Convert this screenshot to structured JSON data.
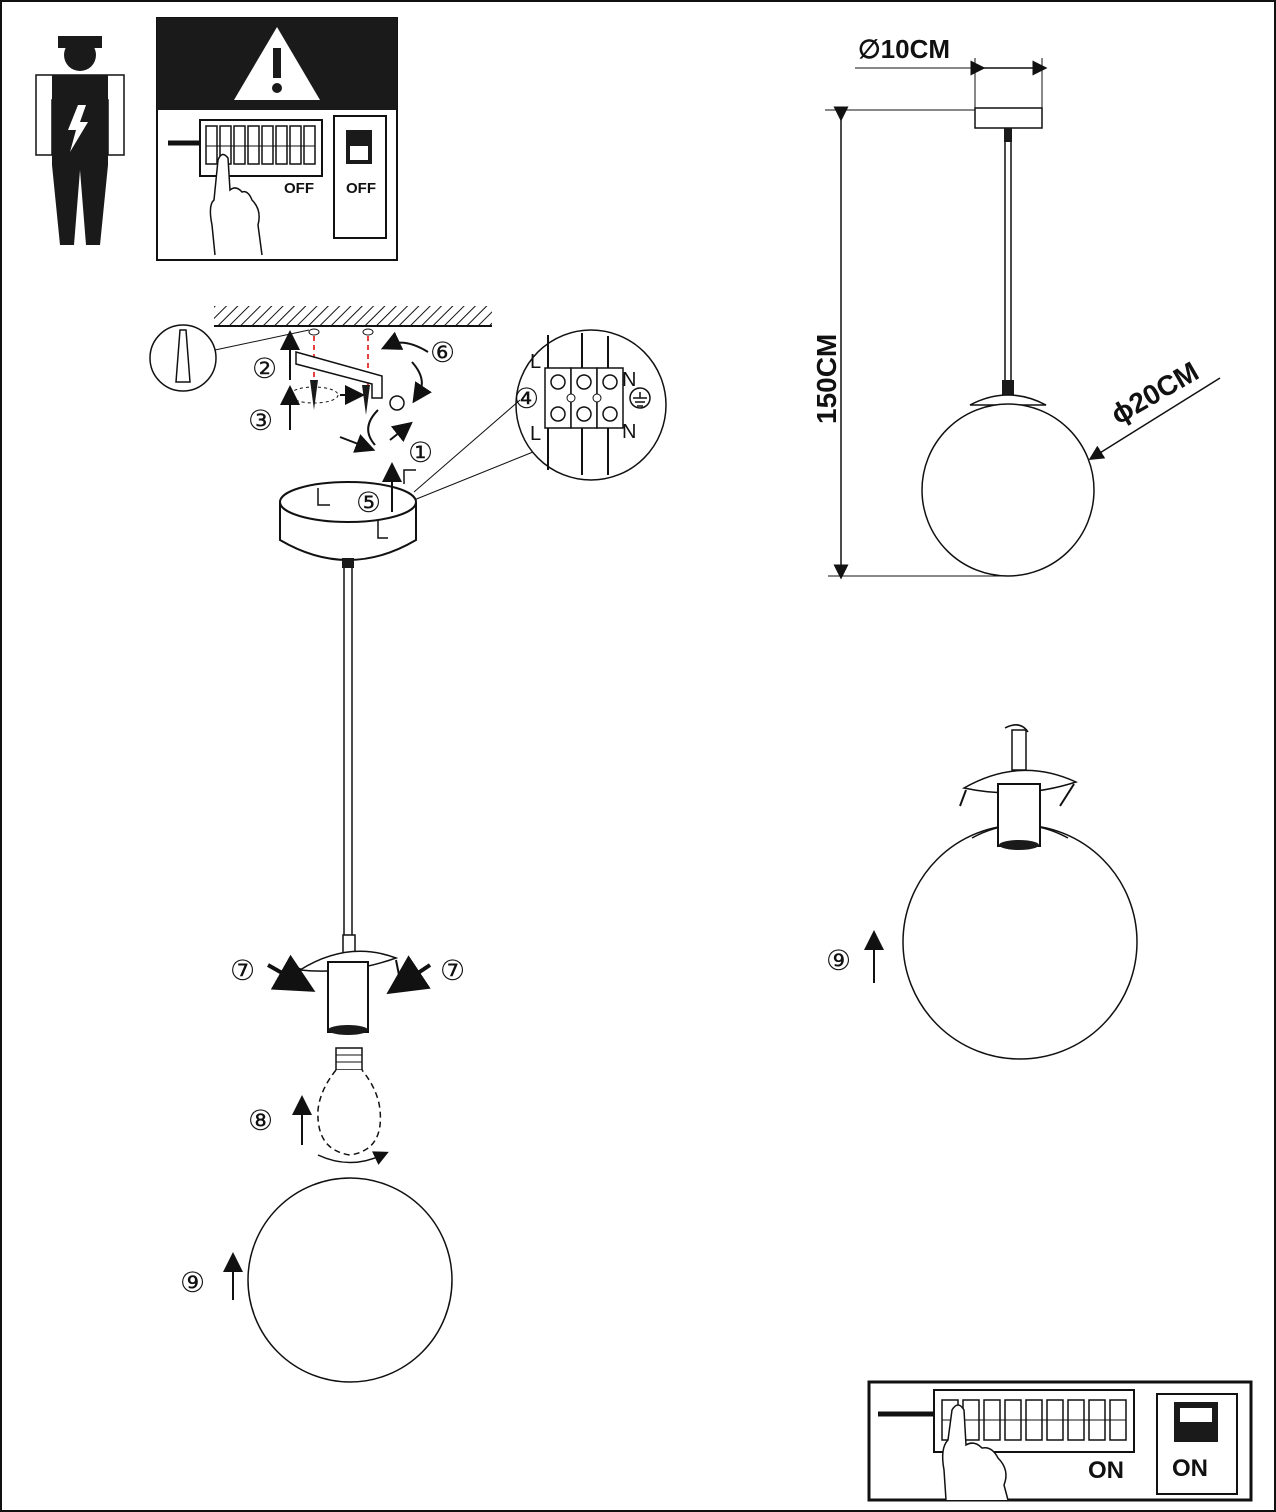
{
  "warning": {
    "breaker_label": "OFF",
    "switch_label": "OFF"
  },
  "final": {
    "breaker_label": "ON",
    "switch_label": "ON"
  },
  "dimensions": {
    "canopy_diameter": "∅10CM",
    "total_height": "150CM",
    "globe_diameter": "ϕ20CM"
  },
  "wiring": {
    "live_top": "L",
    "live_bottom": "L",
    "neutral_top": "N",
    "neutral_bottom": "N"
  },
  "steps": {
    "s1": "①",
    "s2": "②",
    "s3": "③",
    "s4": "④",
    "s5": "⑤",
    "s6": "⑥",
    "s7a": "⑦",
    "s7b": "⑦",
    "s8": "⑧",
    "s9a": "⑨",
    "s9b": "⑨"
  },
  "colors": {
    "line": "#111111",
    "panel_dark": "#1a1a1a",
    "fill": "#ffffff"
  }
}
